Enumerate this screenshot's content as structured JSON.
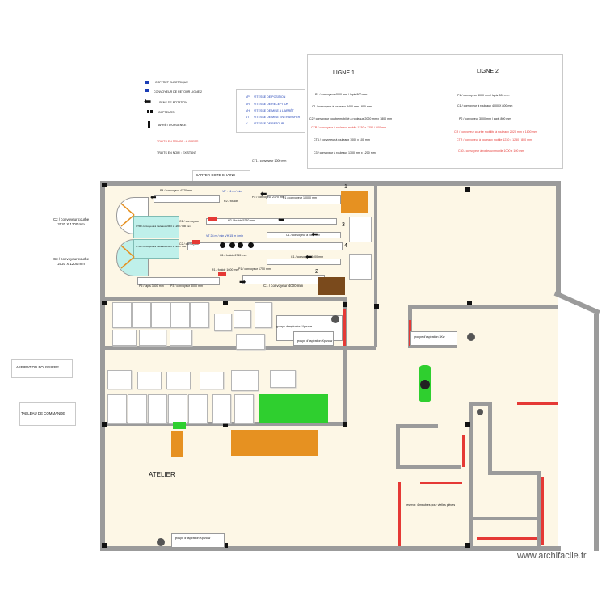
{
  "legend": {
    "items": [
      {
        "label": "COFFRET ELECTRIQUE"
      },
      {
        "label": "CONVOYEUR DE RETOUR LIGNE 2"
      },
      {
        "label": "SENS DE ROTATION"
      },
      {
        "label": "CAPTEURS"
      },
      {
        "label": "ARRÊT D'URGENCE"
      }
    ],
    "red_note": "TRAITS EN ROUGE : A CREER",
    "black_note": "TRAITS EN NOIR : EXISTANT"
  },
  "abbrev": {
    "items": [
      {
        "code": "VP",
        "label": "VITESSE DE POSITION"
      },
      {
        "code": "VR",
        "label": "VITESSE DE RECEPTION"
      },
      {
        "code": "VH",
        "label": "VITESSE DE MISE A L'ARRÊT"
      },
      {
        "code": "VT",
        "label": "VITESSE DE MISE EN TRANSFERT"
      },
      {
        "code": "V",
        "label": "VITESSE DE RETOUR"
      }
    ]
  },
  "lines_table": {
    "ligne1_title": "LIGNE 1",
    "ligne2_title": "LIGNE 2",
    "ligne1": [
      {
        "text": "P1 / convoyeur 4000 mm / lapis 800 mm",
        "red": false
      },
      {
        "text": "C1 / convoyeur à rouleaux 3400 mm / 800 mm",
        "red": false
      },
      {
        "text": "C2 / convoyeur courbe mobilité à rouleaux 2020 mm x 1800 mm",
        "red": false
      },
      {
        "text": "CTR / convoyeur à rouleaux mobile 1230 x 1250 / 800 mm",
        "red": true
      },
      {
        "text": "CT4 / convoyeur à rouleaux 1000 x 100 mm",
        "red": false
      },
      {
        "text": "C3 / convoyeur à rouleaux 1300 mm x 1200 mm",
        "red": false
      }
    ],
    "ligne2": [
      {
        "text": "P1 / convoyeur 4000 mm / lapis 800 mm",
        "red": false
      },
      {
        "text": "C1 / convoyeur à rouleaux 4000 X 800 mm",
        "red": false
      },
      {
        "text": "P2 / convoyeur 3000 mm / lapis 800 mm",
        "red": false
      },
      {
        "text": "CR / convoyeur courbe mobilité à rouleaux 2020 mm x 1800 mm",
        "red": true
      },
      {
        "text": "CTR / convoyeur à rouleaux mobile 1230 x 1250 / 800 mm",
        "red": true
      },
      {
        "text": "C30 / convoyeur à rouleaux mobile 1000 x 100 mm",
        "red": true
      }
    ]
  },
  "header_labels": {
    "ct1": "CT1 / convoyeur 1000 mm",
    "carter": "CARTER COTE CHAINE",
    "c2_left": "C2 / convoyeur courbe\n2020 X 1200 mm",
    "c3_left": "C3 / convoyeur courbe\n2020 X 1200 mm",
    "aspiration": "ASPIRATION POUSSIERE",
    "tableau": "TABLEAU DE COMMANDE"
  },
  "conveyor_labels": {
    "p4": "P4 / convoyeur 4370 mm",
    "p2": "P2 / convoyeur 2170 mm",
    "p1_top": "P1 / convoyeur 10000 mm",
    "vp_speed": "VP : 11 m / min",
    "r2": "R2 / fouloir",
    "h2": "H2 / fouloir 5230 mm",
    "c1_mid": "C1 / convoyeur à rouleaux",
    "ct_speeds": "VT  28 m / min    VH  15 m / min",
    "h1": "H1 / fouloir 6745 mm",
    "c1b": "C1 / convoyeur 4400 mm",
    "r1": "R1 / fouloir 1600 mm",
    "p1_bottom": "P1 / convoyeur 1750 mm",
    "c1_bottom": "C1 / convoyeur 4000 mm",
    "p5": "P5 / lapis 3300 mm",
    "p3": "P3 / convoyeur 3000 mm",
    "ctr1": "CTR / convoyeur à rouleaux 2000 x 1200 / 800 mm",
    "ctr2": "CTR / convoyeur à rouleaux 2000 x 1200 / 800 mm",
    "c1_small": "C1 / convoyeur",
    "c2_small": "C2 / convoyeur",
    "numbers": [
      "1",
      "2",
      "3",
      "4"
    ]
  },
  "floor_labels": {
    "atelier": "ATELIER",
    "groupe1": "groupe d'aspiration Xpsnow",
    "groupe2": "groupe d'aspiration Xpsnow",
    "groupe3": "groupe d'aspiration 3Kw",
    "groupe4": "groupe d'aspiration Xpsnow",
    "reserve": "reserve: 4 meubles pour vielles pièces"
  },
  "watermark": "www.archifacile.fr",
  "colors": {
    "red": "#e53935",
    "blue": "#1a3db5",
    "green": "#2fcf2f",
    "orange": "#e69121",
    "brown": "#7a4a1c",
    "teal": "#bff0ea",
    "floor": "#fdf7e6"
  }
}
